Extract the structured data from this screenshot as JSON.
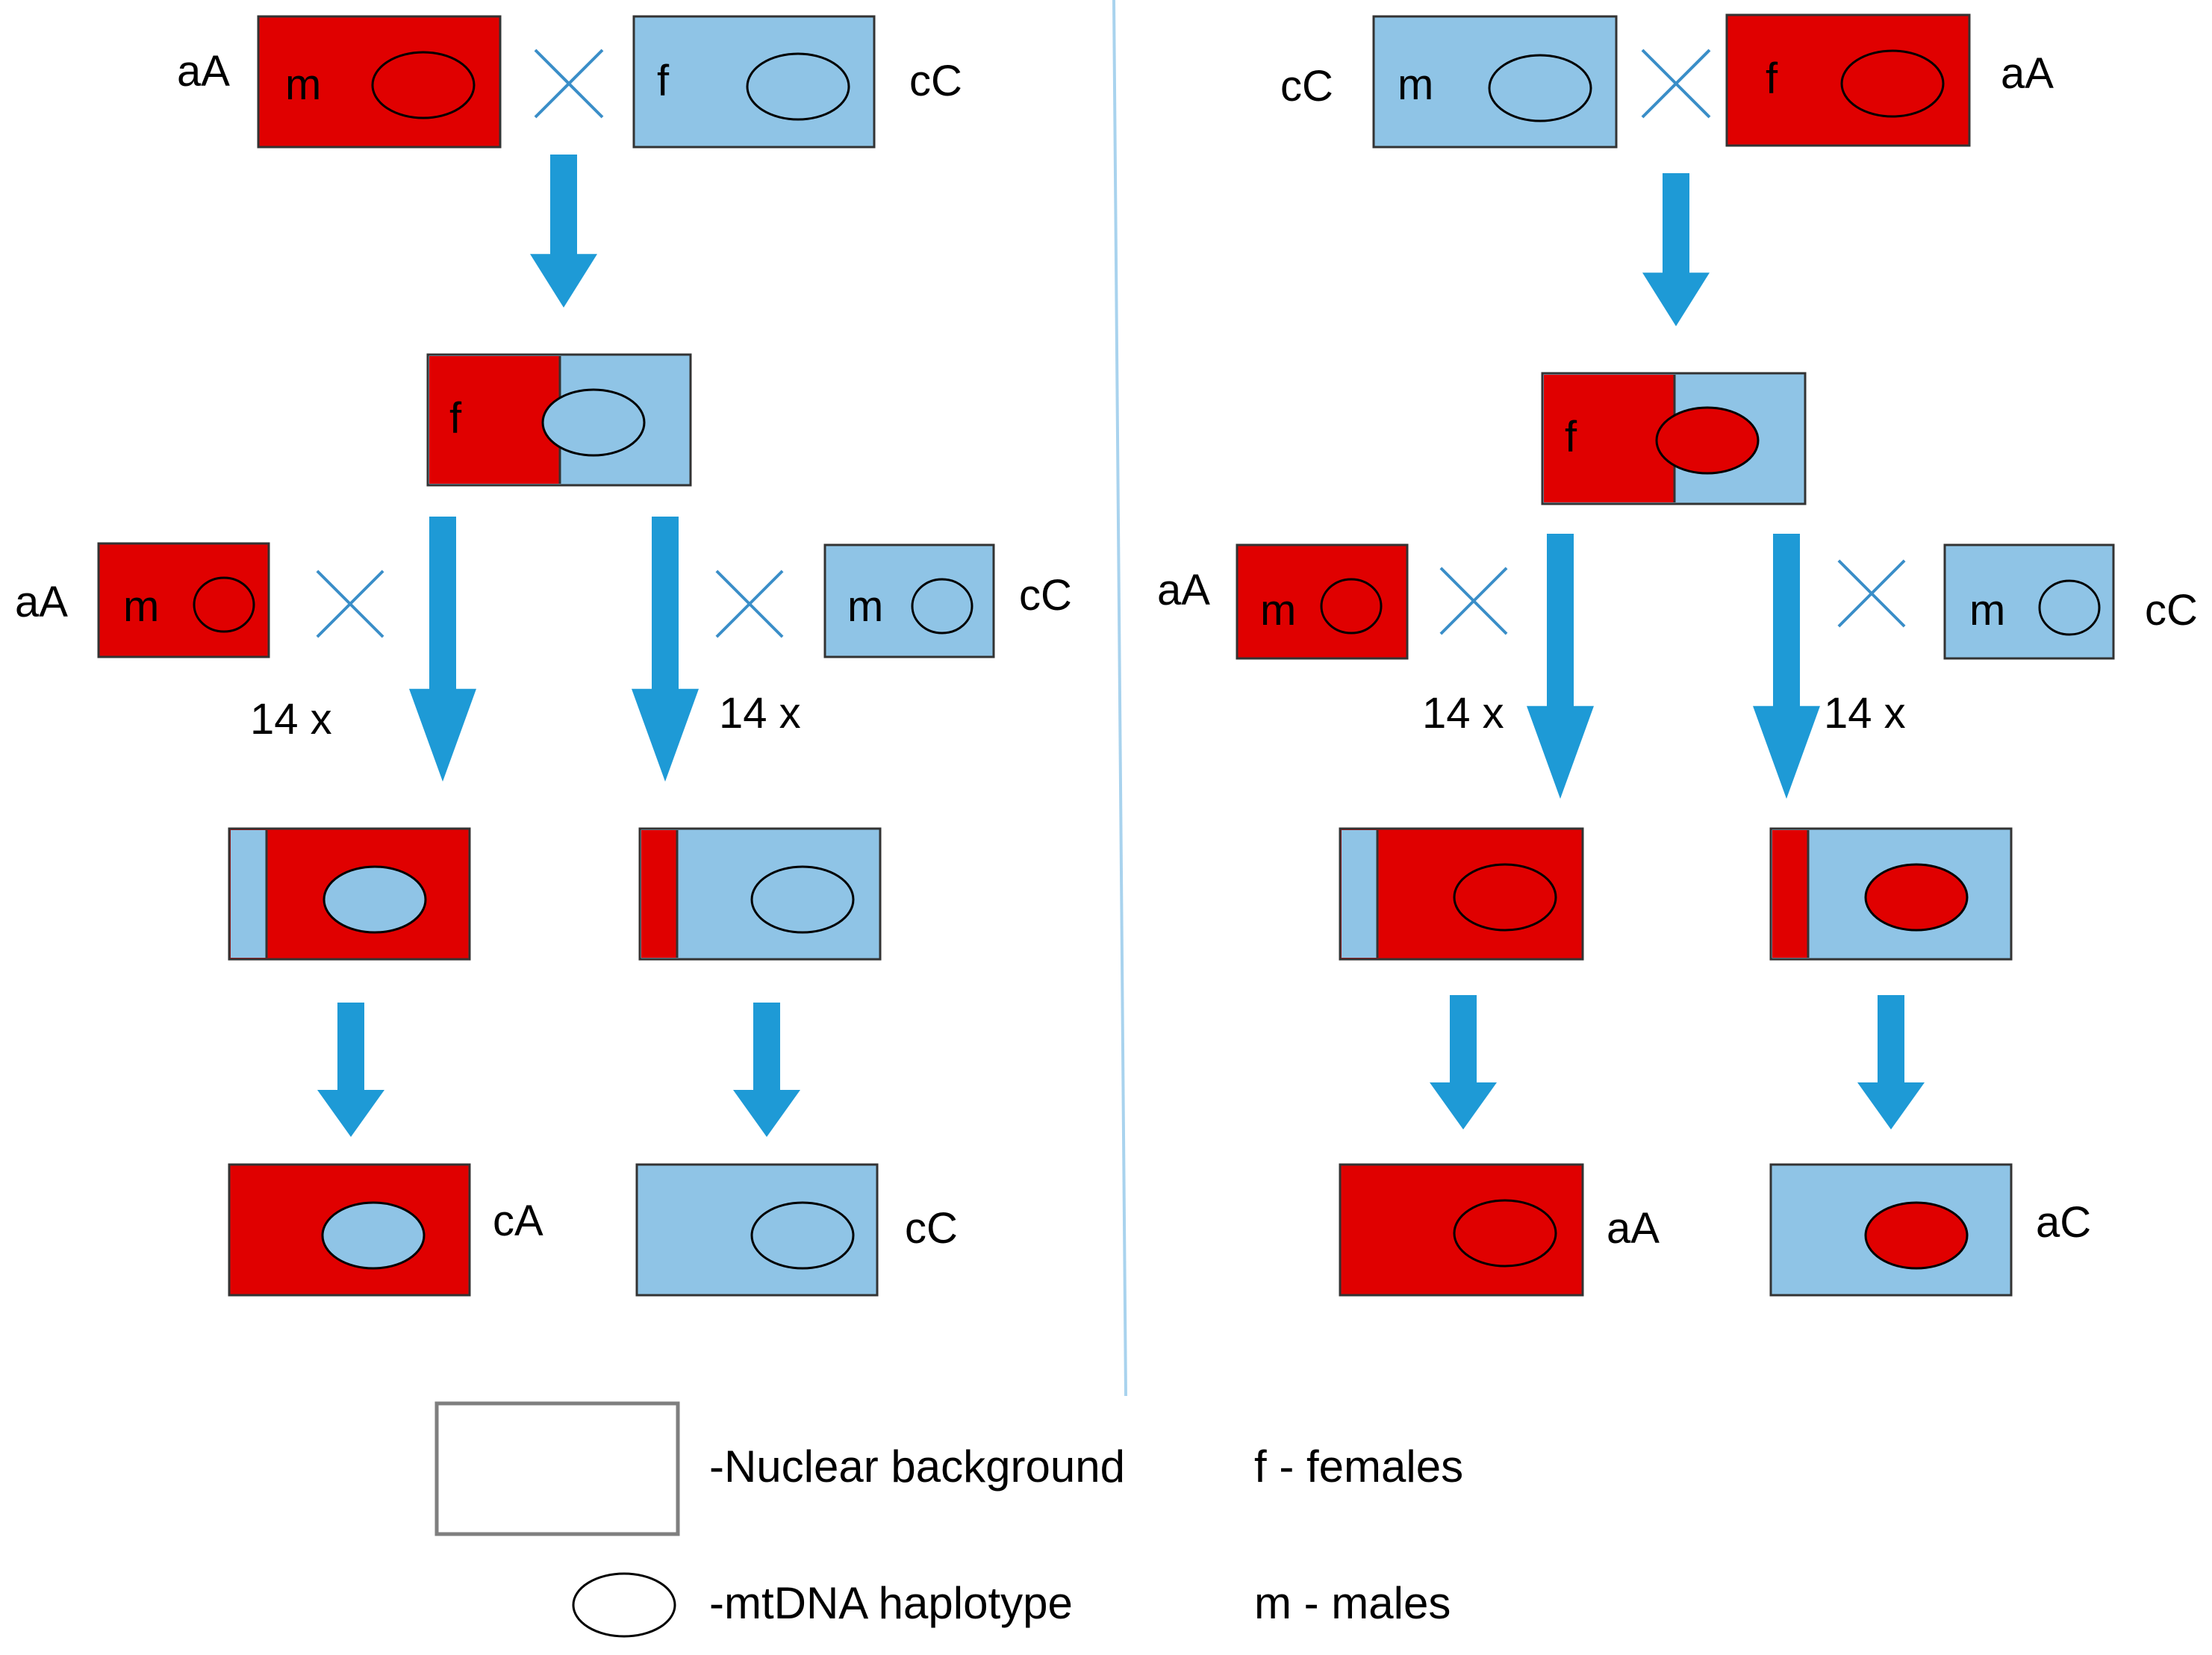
{
  "colors": {
    "red": "#e00000",
    "blue": "#8fc4e6",
    "arrow": "#1e9ad6",
    "divider": "#a9d3ee",
    "outline": "#333333",
    "legend_outline": "#7f7f7f"
  },
  "left_panel": {
    "parent_male_label": "m",
    "parent_male_genotype": "aA",
    "parent_female_label": "f",
    "parent_female_genotype": "cC",
    "f1_label": "f",
    "backcross_left_label": "m",
    "backcross_left_genotype": "aA",
    "backcross_right_label": "m",
    "backcross_right_genotype": "cC",
    "generations_left": "14 x",
    "generations_right": "14 x",
    "result_left": "cA",
    "result_right": "cC"
  },
  "right_panel": {
    "parent_male_label": "m",
    "parent_male_genotype": "cC",
    "parent_female_label": "f",
    "parent_female_genotype": "aA",
    "f1_label": "f",
    "backcross_left_label": "m",
    "backcross_left_genotype": "aA",
    "backcross_right_label": "m",
    "backcross_right_genotype": "cC",
    "generations_left": "14 x",
    "generations_right": "14 x",
    "result_left": "aA",
    "result_right": "aC"
  },
  "legend": {
    "nuclear": "-Nuclear background",
    "mtdna": "-mtDNA haplotype",
    "females": "f - females",
    "males": "m - males"
  }
}
